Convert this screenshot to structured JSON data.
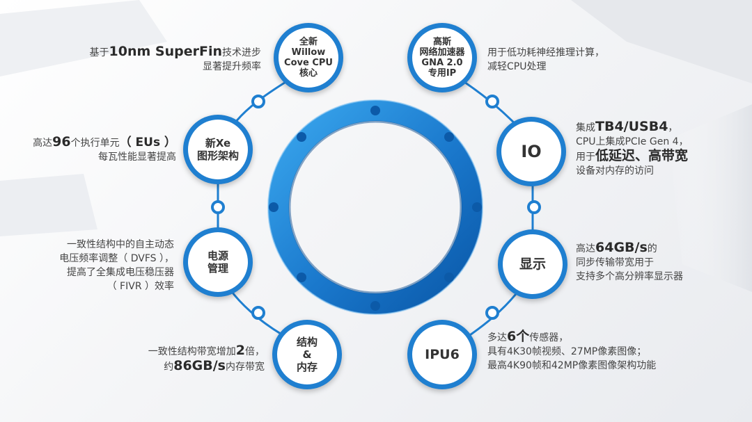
{
  "nodes": {
    "cpu": [
      "全新",
      "Willow",
      "Cove CPU",
      "核心"
    ],
    "gna": [
      "高斯",
      "网络加速器",
      "GNA 2.0",
      "专用IP"
    ],
    "xe": [
      "新Xe",
      "图形架构"
    ],
    "io": "IO",
    "power": [
      "电源",
      "管理"
    ],
    "display": "显示",
    "fabric": [
      "结构",
      "&",
      "内存"
    ],
    "ipu": "IPU6"
  },
  "desc": {
    "cpu": {
      "pre": "基于",
      "hl": "10nm SuperFin",
      "post": "技术进步",
      "line2": "显著提升频率"
    },
    "gna": {
      "line1": "用于低功耗神经推理计算，",
      "line2": "减轻CPU处理"
    },
    "xe": {
      "pre": "高达",
      "hl": "96",
      "mid": "个执行单元",
      "hl2": "（ EUs ）",
      "line2": "每瓦性能显著提高"
    },
    "io": {
      "pre": "集成",
      "hl": "TB4/USB4",
      "post": "，",
      "line2": "CPU上集成PCIe Gen 4，",
      "pre3": "用于",
      "hl3": "低延迟、高带宽",
      "line4": "设备对内存的访问"
    },
    "power": {
      "line1": "一致性结构中的自主动态",
      "line2": "电压频率调整（ DVFS ），",
      "line3": "提高了全集成电压稳压器",
      "line4": "（ FIVR ）效率"
    },
    "display": {
      "pre": "高达",
      "hl": "64GB/s",
      "post": "的",
      "line2": "同步传输带宽用于",
      "line3": "支持多个高分辨率显示器"
    },
    "fabric": {
      "pre": "一致性结构带宽增加",
      "hl": "2",
      "post": "倍，",
      "pre2": "约",
      "hl2": "86GB/s",
      "post2": "内存带宽"
    },
    "ipu": {
      "pre": "多达",
      "hl": "6个",
      "post": "传感器，",
      "line2": "具有4K30帧视频、27MP像素图像；",
      "line3": "最高4K90帧和42MP像素图像架构功能"
    }
  },
  "colors": {
    "ring_outer": "#0a5fb4",
    "ring_inner": "#3da3e8",
    "accent": "#1f7fd0",
    "text": "#444444"
  }
}
